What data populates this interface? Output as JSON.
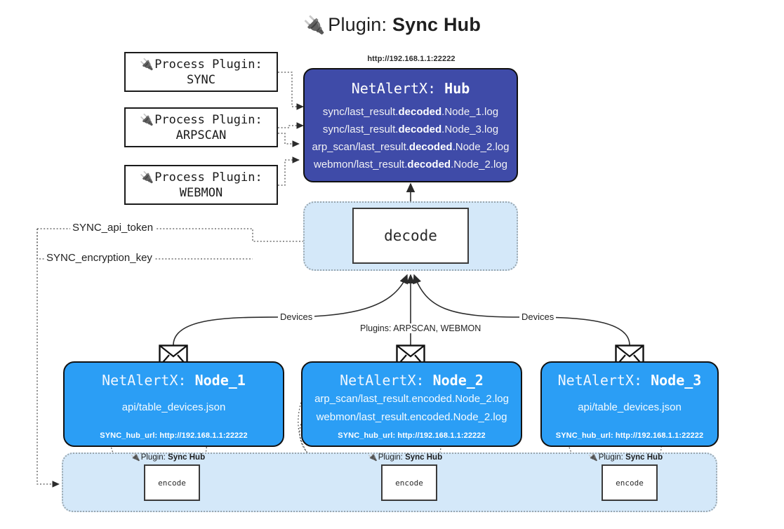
{
  "title": {
    "icon": "electric-plug-icon",
    "prefix": "Plugin: ",
    "name": "Sync Hub"
  },
  "process_plugins": [
    {
      "caption": "Process Plugin:",
      "name": "SYNC"
    },
    {
      "caption": "Process Plugin:",
      "name": "ARPSCAN"
    },
    {
      "caption": "Process Plugin:",
      "name": "WEBMON"
    }
  ],
  "hub": {
    "url": "http://192.168.1.1:22222",
    "app": "NetAlertX: ",
    "name": "Hub",
    "logs": [
      {
        "pre": "sync/last_result.",
        "mid": "decoded",
        "post": ".Node_1.log"
      },
      {
        "pre": "sync/last_result.",
        "mid": "decoded",
        "post": ".Node_3.log"
      },
      {
        "pre": "arp_scan/last_result.",
        "mid": "decoded",
        "post": ".Node_2.log"
      },
      {
        "pre": "webmon/last_result.",
        "mid": "decoded",
        "post": ".Node_2.log"
      }
    ]
  },
  "decode": {
    "label": "decode"
  },
  "settings": {
    "api_token": "SYNC_api_token",
    "encryption_key": "SYNC_encryption_key"
  },
  "edge_labels": {
    "devices_left": "Devices",
    "devices_right": "Devices",
    "plugins_center": "Plugins: ARPSCAN, WEBMON"
  },
  "nodes": [
    {
      "app": "NetAlertX: ",
      "name": "Node_1",
      "lines": [
        "api/table_devices.json"
      ],
      "hub_url": "SYNC_hub_url: http://192.168.1.1:22222",
      "mail_icon": "envelope-icon"
    },
    {
      "app": "NetAlertX: ",
      "name": "Node_2",
      "lines": [
        "arp_scan/last_result.encoded.Node_2.log",
        "webmon/last_result.encoded.Node_2.log"
      ],
      "hub_url": "SYNC_hub_url: http://192.168.1.1:22222",
      "mail_icon": "envelope-icon"
    },
    {
      "app": "NetAlertX: ",
      "name": "Node_3",
      "lines": [
        "api/table_devices.json"
      ],
      "hub_url": "SYNC_hub_url: http://192.168.1.1:22222",
      "mail_icon": "envelope-icon"
    }
  ],
  "encoders": [
    {
      "caption_prefix": "Plugin: ",
      "caption_name": "Sync Hub",
      "label": "encode"
    },
    {
      "caption_prefix": "Plugin: ",
      "caption_name": "Sync Hub",
      "label": "encode"
    },
    {
      "caption_prefix": "Plugin: ",
      "caption_name": "Sync Hub",
      "label": "encode"
    }
  ],
  "colors": {
    "hub_fill": "#3f4ba8",
    "node_fill": "#2b9ef5",
    "container_fill": "#d4e8f9",
    "stroke": "#3b3b3b",
    "background": "#ffffff"
  }
}
